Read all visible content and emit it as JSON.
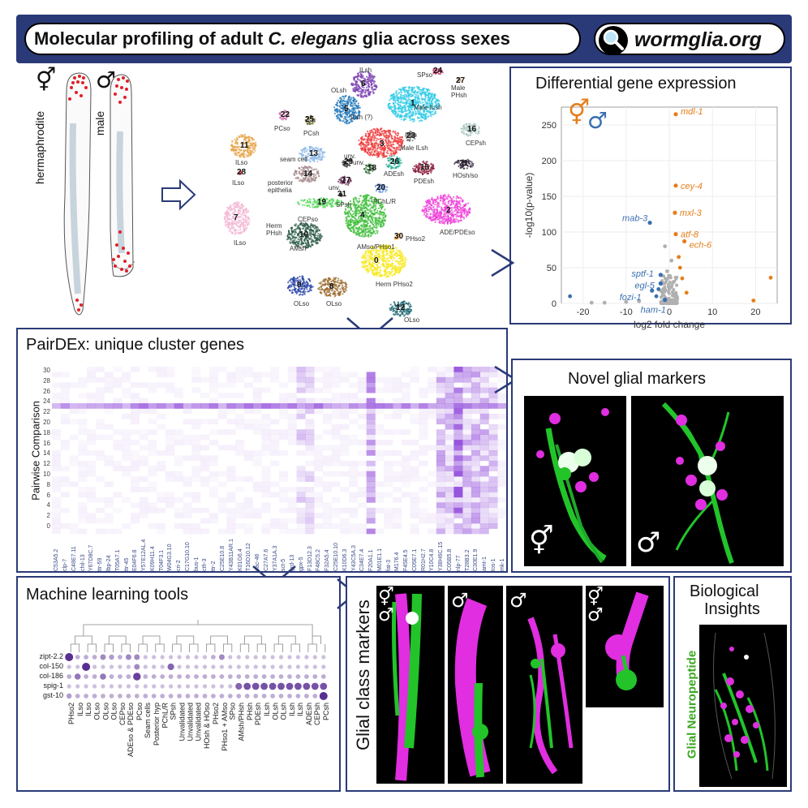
{
  "banner": {
    "title_part1": "Molecular profiling of adult ",
    "title_italic": "C. elegans",
    "title_part2": " glia across sexes",
    "website": "wormglia.org",
    "search_icon": "magnifier-icon"
  },
  "worms": {
    "herm_label": "hermaphrodite",
    "male_label": "male",
    "herm_symbol": "⚥",
    "male_symbol": "♂"
  },
  "umap": {
    "clusters": [
      {
        "num": "0",
        "label": "Herm PHso2",
        "color": "#f7e81c"
      },
      {
        "num": "1",
        "label": "Male ILsh",
        "color": "#2dc9e6"
      },
      {
        "num": "2",
        "label": "ADE/PDEso",
        "color": "#ee40d8"
      },
      {
        "num": "3",
        "label": "ILsh (?)",
        "color": "#ef3b3b"
      },
      {
        "num": "4",
        "label": "AMso/PHso1",
        "color": "#3fbd3a"
      },
      {
        "num": "5",
        "label": "OLsh",
        "color": "#1d76b8"
      },
      {
        "num": "6",
        "label": "ILsh",
        "color": "#7a3fb0"
      },
      {
        "num": "7",
        "label": "ILso",
        "color": "#f3b7d4"
      },
      {
        "num": "8",
        "label": "OLso",
        "color": "#9b6a2c"
      },
      {
        "num": "9",
        "label": "OLso",
        "color": "#2b45a8"
      },
      {
        "num": "10",
        "label": "AMsh",
        "color": "#2e5c4a"
      },
      {
        "num": "11",
        "label": "ILso",
        "color": "#e7a44a"
      },
      {
        "num": "12",
        "label": "OLso",
        "color": "#236a74"
      },
      {
        "num": "13",
        "label": "seam cell",
        "color": "#8fb9e8"
      },
      {
        "num": "14",
        "label": "posterior epithelia",
        "color": "#a58a8c"
      },
      {
        "num": "15",
        "label": "PDEsh",
        "color": "#8a1c3a"
      },
      {
        "num": "16",
        "label": "CEPsh",
        "color": "#a9c7c2"
      },
      {
        "num": "17",
        "label": "unv.",
        "color": "#6b2f58"
      },
      {
        "num": "18",
        "label": "unv.",
        "color": "#27692e"
      },
      {
        "num": "19",
        "label": "CEPso",
        "color": "#58d85c"
      },
      {
        "num": "20",
        "label": "PChL/R",
        "color": "#6f9be6"
      },
      {
        "num": "21",
        "label": "HOsh/so",
        "color": "#3a2a44"
      },
      {
        "num": "22",
        "label": "PCso",
        "color": "#d06aa7"
      },
      {
        "num": "23",
        "label": "Male ILsh",
        "color": "#6f6f6f"
      },
      {
        "num": "24",
        "label": "SPso",
        "color": "#c01d5e"
      },
      {
        "num": "25",
        "label": "PCsh",
        "color": "#6e6a2e"
      },
      {
        "num": "26",
        "label": "ADEsh",
        "color": "#2ab19a"
      },
      {
        "num": "27",
        "label": "Male PHsh",
        "color": "#c9a585"
      },
      {
        "num": "28",
        "label": "ILso",
        "color": "#e04a4a"
      },
      {
        "num": "29",
        "label": "unv.",
        "color": "#2b2b2b"
      },
      {
        "num": "30",
        "label": "PHso2",
        "color": "#f39c2c"
      },
      {
        "num": "31",
        "label": "SPsh",
        "color": "#3a3a3a"
      }
    ],
    "herm_phsh_label": "Herm PHsh"
  },
  "volcano": {
    "title": "Differential gene expression",
    "symbol_herm": "⚥",
    "symbol_male": "♂",
    "xlabel": "log2 fold change",
    "ylabel": "-log10(p-value)",
    "yticks": [
      "0",
      "50",
      "100",
      "150",
      "200",
      "250"
    ],
    "xticks": [
      "-20",
      "-10",
      "0",
      "10",
      "20"
    ],
    "orange_genes": [
      "mdl-1",
      "cey-4",
      "mxl-3",
      "atf-8",
      "ech-6"
    ],
    "blue_genes": [
      "mab-3",
      "sptf-1",
      "egl-5",
      "fozi-1",
      "ham-1"
    ],
    "herm_color": "#e57e1a",
    "male_color": "#3a6fb0"
  },
  "chart_data": {
    "type": "scatter",
    "title": "Differential gene expression",
    "xlabel": "log2 fold change",
    "ylabel": "-log10(p-value)",
    "xlim": [
      -25,
      25
    ],
    "ylim": [
      0,
      275
    ],
    "labeled_points": [
      {
        "gene": "mdl-1",
        "x": 1.5,
        "y": 265,
        "group": "hermaphrodite"
      },
      {
        "gene": "cey-4",
        "x": 1.5,
        "y": 165,
        "group": "hermaphrodite"
      },
      {
        "gene": "mxl-3",
        "x": 1.3,
        "y": 127,
        "group": "hermaphrodite"
      },
      {
        "gene": "atf-8",
        "x": 1.5,
        "y": 97,
        "group": "hermaphrodite"
      },
      {
        "gene": "ech-6",
        "x": 3.5,
        "y": 87,
        "group": "hermaphrodite"
      },
      {
        "gene": "mab-3",
        "x": -4.5,
        "y": 113,
        "group": "male"
      },
      {
        "gene": "sptf-1",
        "x": -2,
        "y": 40,
        "group": "male"
      },
      {
        "gene": "egl-5",
        "x": -2,
        "y": 28,
        "group": "male"
      },
      {
        "gene": "fozi-1",
        "x": -4,
        "y": 18,
        "group": "male"
      },
      {
        "gene": "ham-1",
        "x": -1,
        "y": 5,
        "group": "male"
      }
    ],
    "other_points": [
      {
        "x": -23,
        "y": 10,
        "group": "male"
      },
      {
        "x": 23.5,
        "y": 36,
        "group": "hermaphrodite"
      },
      {
        "x": 19.5,
        "y": 4,
        "group": "hermaphrodite"
      },
      {
        "x": -18,
        "y": 1,
        "group": "ns"
      },
      {
        "x": -15,
        "y": 1,
        "group": "ns"
      },
      {
        "x": -10,
        "y": 2,
        "group": "ns"
      },
      {
        "x": -7,
        "y": 3,
        "group": "ns"
      },
      {
        "x": -1,
        "y": 80,
        "group": "ns"
      },
      {
        "x": 0.5,
        "y": 60,
        "group": "ns"
      },
      {
        "x": -0.5,
        "y": 45,
        "group": "ns"
      },
      {
        "x": 1,
        "y": 30,
        "group": "ns"
      },
      {
        "x": 0,
        "y": 20,
        "group": "ns"
      },
      {
        "x": -1.5,
        "y": 12,
        "group": "ns"
      },
      {
        "x": 1.5,
        "y": 8,
        "group": "ns"
      },
      {
        "x": 0.3,
        "y": 3,
        "group": "ns"
      },
      {
        "x": 2.5,
        "y": 50,
        "group": "hermaphrodite"
      },
      {
        "x": 3,
        "y": 35,
        "group": "hermaphrodite"
      },
      {
        "x": 2.2,
        "y": 65,
        "group": "hermaphrodite"
      },
      {
        "x": 4,
        "y": 15,
        "group": "hermaphrodite"
      },
      {
        "x": -3,
        "y": 10,
        "group": "male"
      },
      {
        "x": -2.5,
        "y": 20,
        "group": "male"
      }
    ]
  },
  "pairdex": {
    "title": "PairDEx: unique cluster genes",
    "ylabel": "Pairwise Comparison",
    "yticks": [
      "30",
      "28",
      "26",
      "24",
      "22",
      "20",
      "18",
      "16",
      "14",
      "12",
      "10",
      "8",
      "6",
      "4",
      "2",
      "0"
    ],
    "genes": [
      "C53A5.2",
      "clp-7",
      "C48E7.11",
      "chil-13",
      "Y67D8C.7",
      "ttr-59",
      "lbp-24",
      "T05A7.1",
      "ttr-45",
      "E04F6.8",
      "Y57E12AL.4",
      "K09H11.4",
      "T04F3.1",
      "W04G3.10",
      "cri-2",
      "C17G10.10",
      "bus-1",
      "cth-3",
      "ttr-2",
      "C25E10.8",
      "Y43B11AR.1",
      "K01G6.4",
      "T16D10.12",
      "oac-46",
      "C27A7.6",
      "Y37A1A.3",
      "sct-5",
      "grd-13",
      "gpx-5",
      "F13D12.3",
      "F48C5.2",
      "F32A5.4",
      "C25E10.10",
      "K10D6.3",
      "Y43C5A.3",
      "C34E7.4",
      "F20A1.1",
      "M01E1.1",
      "fat-3",
      "M176.4",
      "F45E4.5",
      "C05E7.1",
      "R01H2.7",
      "Y10C4.8",
      "Y38H6C.15",
      "C05B5.8",
      "nlp-77",
      "T28B3.2",
      "C30E1.9",
      "amt-1",
      "tos-1",
      "mk-1"
    ]
  },
  "novel": {
    "title": "Novel glial markers",
    "herm_symbol": "⚥",
    "male_symbol": "♂"
  },
  "ml": {
    "title": "Machine learning tools",
    "genes": [
      "zipt-2.2",
      "col-150",
      "col-186",
      "spig-1",
      "gst-10"
    ],
    "columns": [
      "PHso2",
      "ILso",
      "ILso",
      "OLso",
      "OLso",
      "OLso",
      "CEPso",
      "ADEso & PDEso",
      "PCso",
      "Seam cells",
      "Posterior hyp",
      "PChL/R",
      "SPsh",
      "Unvalidated",
      "Unvalidated",
      "Unvalidated",
      "HOsh & HOso",
      "PHso2",
      "PHso1 + AMso",
      "SPso",
      "AMsh/PHsh",
      "PHsh",
      "PDEsh",
      "ILsh",
      "OLsh",
      "OLsh",
      "ILsh",
      "ILsh",
      "ADEsh",
      "CEPsh",
      "PCsh"
    ],
    "dot_color": "#4b1c8a"
  },
  "glial_class": {
    "title": "Glial class markers",
    "symbols": [
      "⚥♂",
      "♂",
      "♂",
      "⚥♂"
    ]
  },
  "bio": {
    "title_line1": "Biological",
    "title_line2": "Insights",
    "label": "Glial Neuropeptide",
    "label_color": "#3aa820"
  }
}
